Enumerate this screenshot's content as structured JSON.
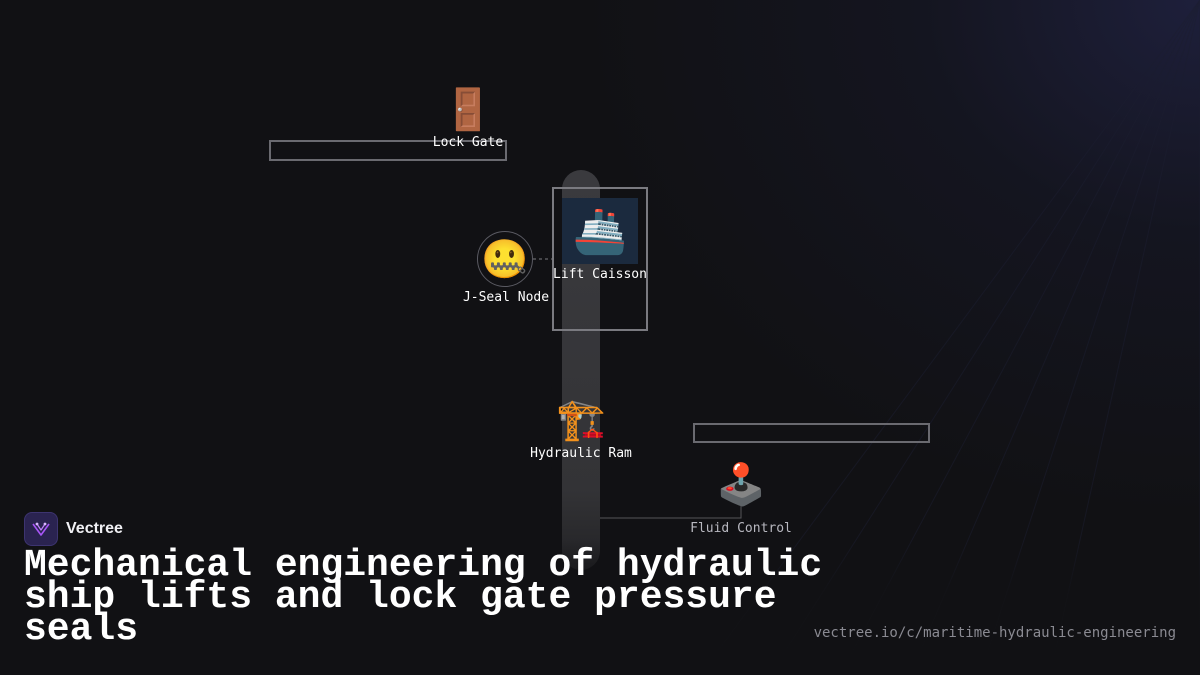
{
  "brand": {
    "name": "Vectree"
  },
  "title": "Mechanical engineering of hydraulic ship lifts and lock gate pressure seals",
  "url": "vectree.io/c/maritime-hydraulic-engineering",
  "nodes": {
    "lock_gate": {
      "label": "Lock Gate",
      "icon": "🚪",
      "icon_name": "door-icon"
    },
    "j_seal": {
      "label": "J-Seal Node",
      "icon": "🤐",
      "icon_name": "zipper-mouth-face-icon"
    },
    "lift_caisson": {
      "label": "Lift Caisson",
      "icon": "🚢",
      "icon_name": "ship-icon"
    },
    "hydraulic_ram": {
      "label": "Hydraulic Ram",
      "icon": "🏗️",
      "icon_name": "crane-icon"
    },
    "fluid_control": {
      "label": "Fluid Control",
      "icon": "🕹️",
      "icon_name": "joystick-icon"
    }
  },
  "colors": {
    "background": "#111114",
    "node_outline": "#6a6a70",
    "pillar": "#3a3a3e",
    "accent_logo": "#a855f7"
  }
}
